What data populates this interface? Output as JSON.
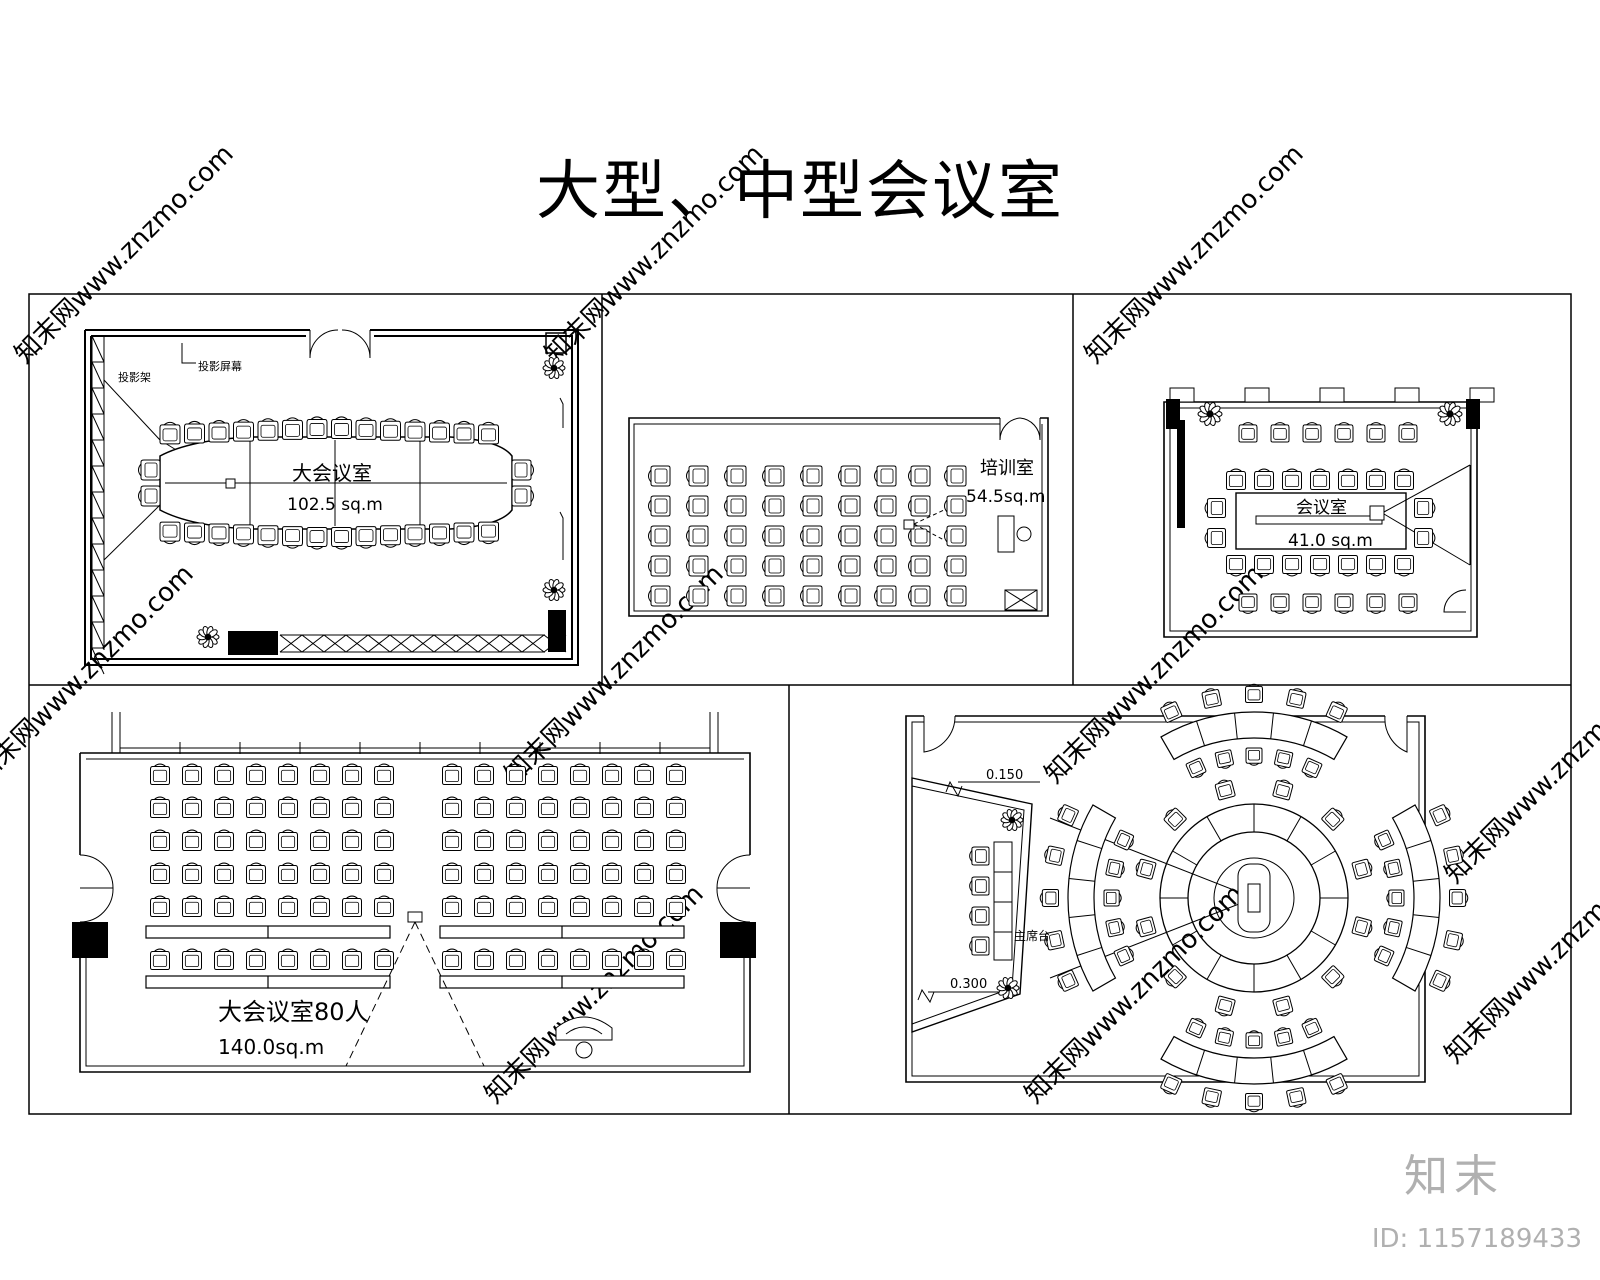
{
  "title": "大型、中型会议室",
  "watermark": {
    "text": "知末网www.znzmo.com",
    "color": "#d6d6d6"
  },
  "panels": [
    {
      "id": "large-conference",
      "room_name": "大会议室",
      "area": "102.5 sq.m",
      "labels": [
        "投影架",
        "投影屏幕"
      ]
    },
    {
      "id": "training-room",
      "room_name": "培训室",
      "area": "54.5sq.m"
    },
    {
      "id": "meeting-room",
      "room_name": "会议室",
      "area": "41.0 sq.m"
    },
    {
      "id": "auditorium",
      "room_name": "大会议室80人",
      "area": "140.0sq.m"
    },
    {
      "id": "round-table-room",
      "labels": [
        "0.150",
        "0.300",
        "主席台"
      ]
    }
  ],
  "branding": {
    "logo": "知末",
    "id_label": "ID: 1157189433"
  }
}
